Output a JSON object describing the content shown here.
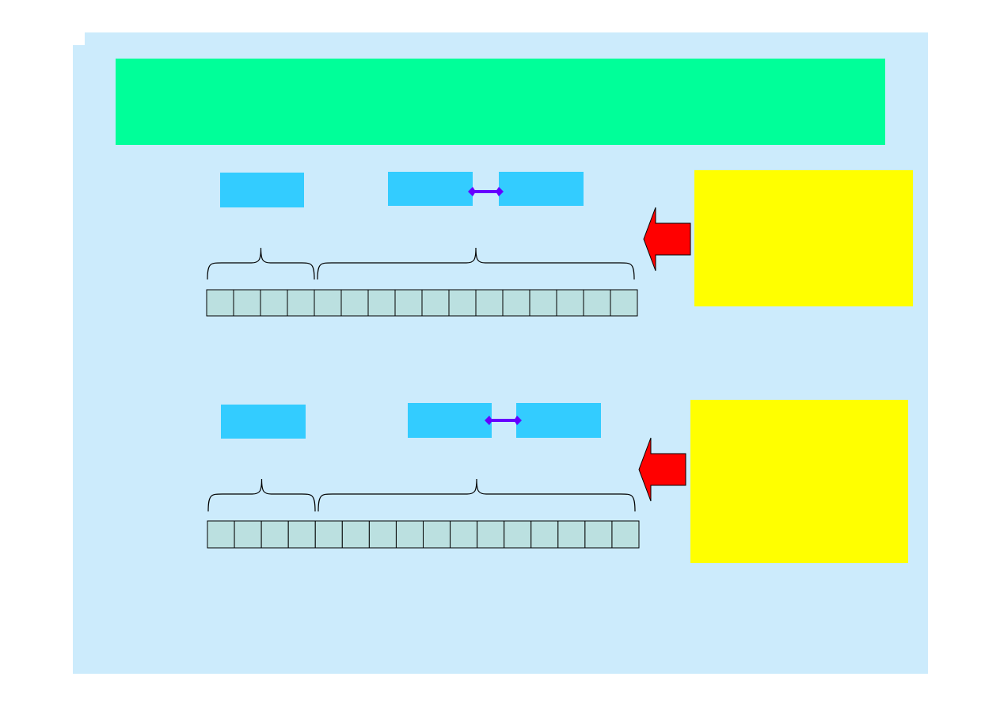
{
  "colors": {
    "slide_background": "#CCEBFC",
    "title_bar": "#00FF99",
    "block": "#33CCFF",
    "link_arrow": "#6600FF",
    "pointer_arrow": "#FF0000",
    "note_box": "#FFFF00",
    "cell": "#BBE0E0"
  },
  "sections": [
    {
      "cell_count": 16,
      "small_brace_cells": 4
    },
    {
      "cell_count": 16,
      "small_brace_cells": 4
    }
  ]
}
